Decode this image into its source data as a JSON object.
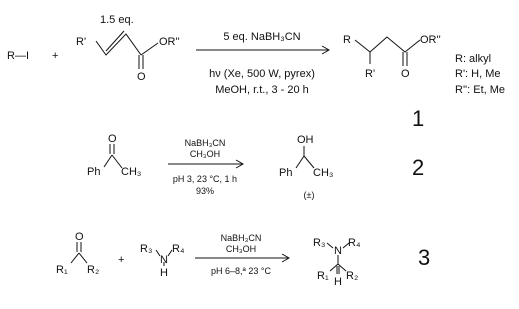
{
  "reaction1": {
    "alkyl_iodide": "R—I",
    "plus": "+",
    "equivalents": "1.5 eq.",
    "acrylate_r1": "R'",
    "acrylate_ester": "OR''",
    "acrylate_o": "O",
    "conditions_top": "5 eq. NaBH₃CN",
    "conditions_bottom_1": "hν (Xe, 500 W, pyrex)",
    "conditions_bottom_2": "MeOH, r.t., 3 - 20 h",
    "product_r": "R",
    "product_r1": "R'",
    "product_ester": "OR''",
    "product_o": "O",
    "legend_r": "R:  alkyl",
    "legend_r1": "R': H, Me",
    "legend_r2": "R'': Et, Me",
    "number": "1"
  },
  "reaction2": {
    "reagent_1": "NaBH₃CN",
    "reagent_2": "CH₃OH",
    "conditions_1": "pH 3, 23 °C, 1 h",
    "conditions_2": "93%",
    "substrate_o": "O",
    "substrate_ph": "Ph",
    "substrate_ch3": "CH₃",
    "product_oh": "OH",
    "product_ph": "Ph",
    "product_ch3": "CH₃",
    "product_racemic": "(±)",
    "number": "2"
  },
  "reaction3": {
    "reagent_1": "NaBH₃CN",
    "reagent_2": "CH₃OH",
    "conditions": "pH 6–8,ª 23 °C",
    "ketone_o": "O",
    "ketone_r1": "R₁",
    "ketone_r2": "R₂",
    "plus": "+",
    "amine_r3": "R₃",
    "amine_n": "N",
    "amine_r4": "R₄",
    "amine_h": "H",
    "product_r3": "R₃",
    "product_n": "N",
    "product_r4": "R₄",
    "product_r1": "R₁",
    "product_h": "H",
    "product_r2": "R₂",
    "number": "3"
  }
}
